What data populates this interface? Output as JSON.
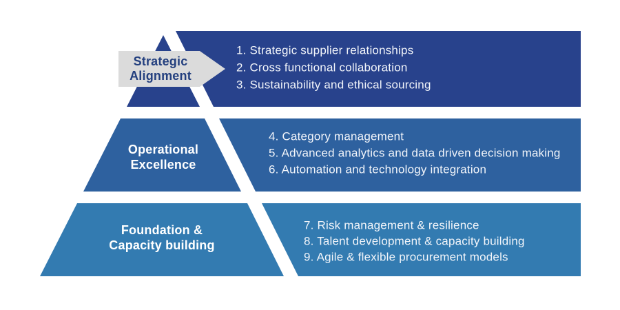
{
  "diagram": {
    "background": "#FFFFFF",
    "tiers": [
      {
        "name": "Strategic Alignment",
        "label_line1": "Strategic",
        "label_line2": "Alignment",
        "color": "#28428C",
        "items": [
          "1. Strategic supplier relationships",
          "2. Cross functional collaboration",
          "3. Sustainability and ethical sourcing"
        ]
      },
      {
        "name": "Operational Excellence",
        "label_line1": "Operational",
        "label_line2": "Excellence",
        "color": "#2E619F",
        "items": [
          "4. Category management",
          "5. Advanced analytics and data driven decision making",
          "6. Automation and technology integration"
        ]
      },
      {
        "name": "Foundation & Capacity building",
        "label_line1": "Foundation &",
        "label_line2": "Capacity building",
        "color": "#337BB1",
        "items": [
          "7. Risk management & resilience",
          "8. Talent development & capacity building",
          "9. Agile & flexible procurement models"
        ]
      }
    ],
    "arrow": {
      "fill": "#DBDBDB",
      "text_color": "#24407F"
    },
    "item_text_color": "#F2F5FA",
    "label_text_color": "#FFFFFF"
  }
}
